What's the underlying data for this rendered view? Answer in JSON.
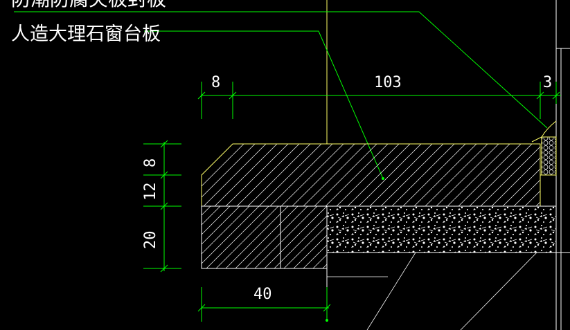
{
  "labels": {
    "top_cut": "防潮防腐夹板封板",
    "marble_sill": "人造大理石窗台板"
  },
  "dimensions": {
    "top_left": "8",
    "top_mid": "103",
    "top_right": "3",
    "left_upper": "8",
    "left_mid": "12",
    "left_lower": "20",
    "bottom": "40"
  },
  "colors": {
    "background": "#000000",
    "green": "#00ff00",
    "yellow": "#ffff66",
    "white": "#ffffff"
  }
}
